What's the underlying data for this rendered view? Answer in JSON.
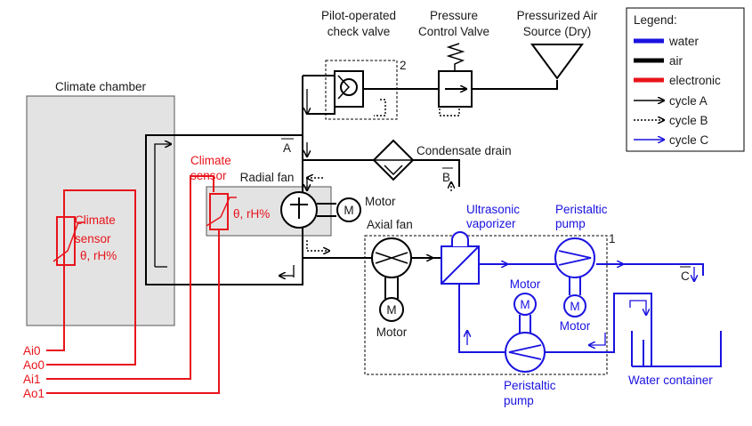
{
  "labels": {
    "climate_chamber": "Climate chamber",
    "climate_sensor_left": [
      "Climate",
      "sensor"
    ],
    "theta_rh_left": "θ, rH%",
    "climate_sensor_right": [
      "Climate",
      "sensor"
    ],
    "theta_rh_right": "θ, rH%",
    "radial_fan": "Radial fan",
    "motor_radial": "Motor",
    "pilot_check_valve": [
      "Pilot-operated",
      "check valve"
    ],
    "pressure_control_valve": [
      "Pressure",
      "Control Valve"
    ],
    "pressurized_air": [
      "Pressurized Air",
      "Source (Dry)"
    ],
    "condensate_drain": "Condensate drain",
    "cycle_a": "A",
    "cycle_b": "B",
    "cycle_c": "C",
    "box1": "1",
    "box2": "2",
    "axial_fan": "Axial fan",
    "motor_axial": "Motor",
    "ultrasonic_vaporizer": [
      "Ultrasonic",
      "vaporizer"
    ],
    "peristaltic_pump_top": [
      "Peristaltic",
      "pump"
    ],
    "motor_pump_top": "Motor",
    "motor_pump_bottom": "Motor",
    "peristaltic_pump_bottom": [
      "Peristaltic",
      "pump"
    ],
    "water_container": "Water container",
    "motor_symbol": "M",
    "io": [
      "Ai0",
      "Ao0",
      "Ai1",
      "Ao1"
    ]
  },
  "legend": {
    "title": "Legend:",
    "items": [
      {
        "label": "water",
        "kind": "line",
        "color": "#1a12e0"
      },
      {
        "label": "air",
        "kind": "line",
        "color": "#000000"
      },
      {
        "label": "electronic",
        "kind": "line",
        "color": "#e8141b"
      },
      {
        "label": "cycle A",
        "kind": "arrow-solid",
        "color": "#000000"
      },
      {
        "label": "cycle B",
        "kind": "arrow-dotted",
        "color": "#000000"
      },
      {
        "label": "cycle C",
        "kind": "arrow-solid",
        "color": "#1a12e0"
      }
    ]
  },
  "colors": {
    "water": "#1a12e0",
    "air": "#000000",
    "electronic": "#e8141b",
    "chamber_fill": "#e3e3e3"
  }
}
